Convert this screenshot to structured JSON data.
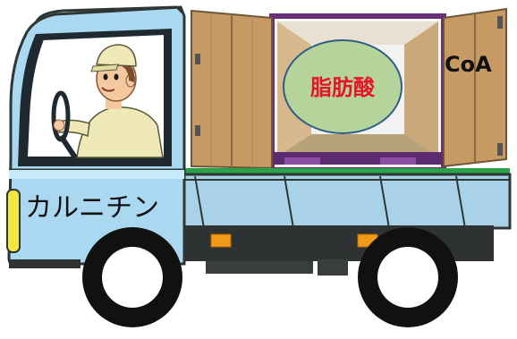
{
  "labels": {
    "carrier": "カルニチン",
    "cargo": "脂肪酸",
    "partner": "CoA"
  },
  "icons": [
    "truck-icon",
    "driver-icon",
    "cargo-container-icon",
    "wheel-icon"
  ],
  "colors": {
    "cab": "#a9d8f0",
    "chassis": "#2f3232",
    "bed": "#a9d2e8",
    "cargo_oval": "#b5d49b",
    "cargo_text": "#e8122a",
    "door_wood": "#c79a63",
    "container_frame": "#6b2f7a",
    "green_rail": "#2aa24a"
  }
}
